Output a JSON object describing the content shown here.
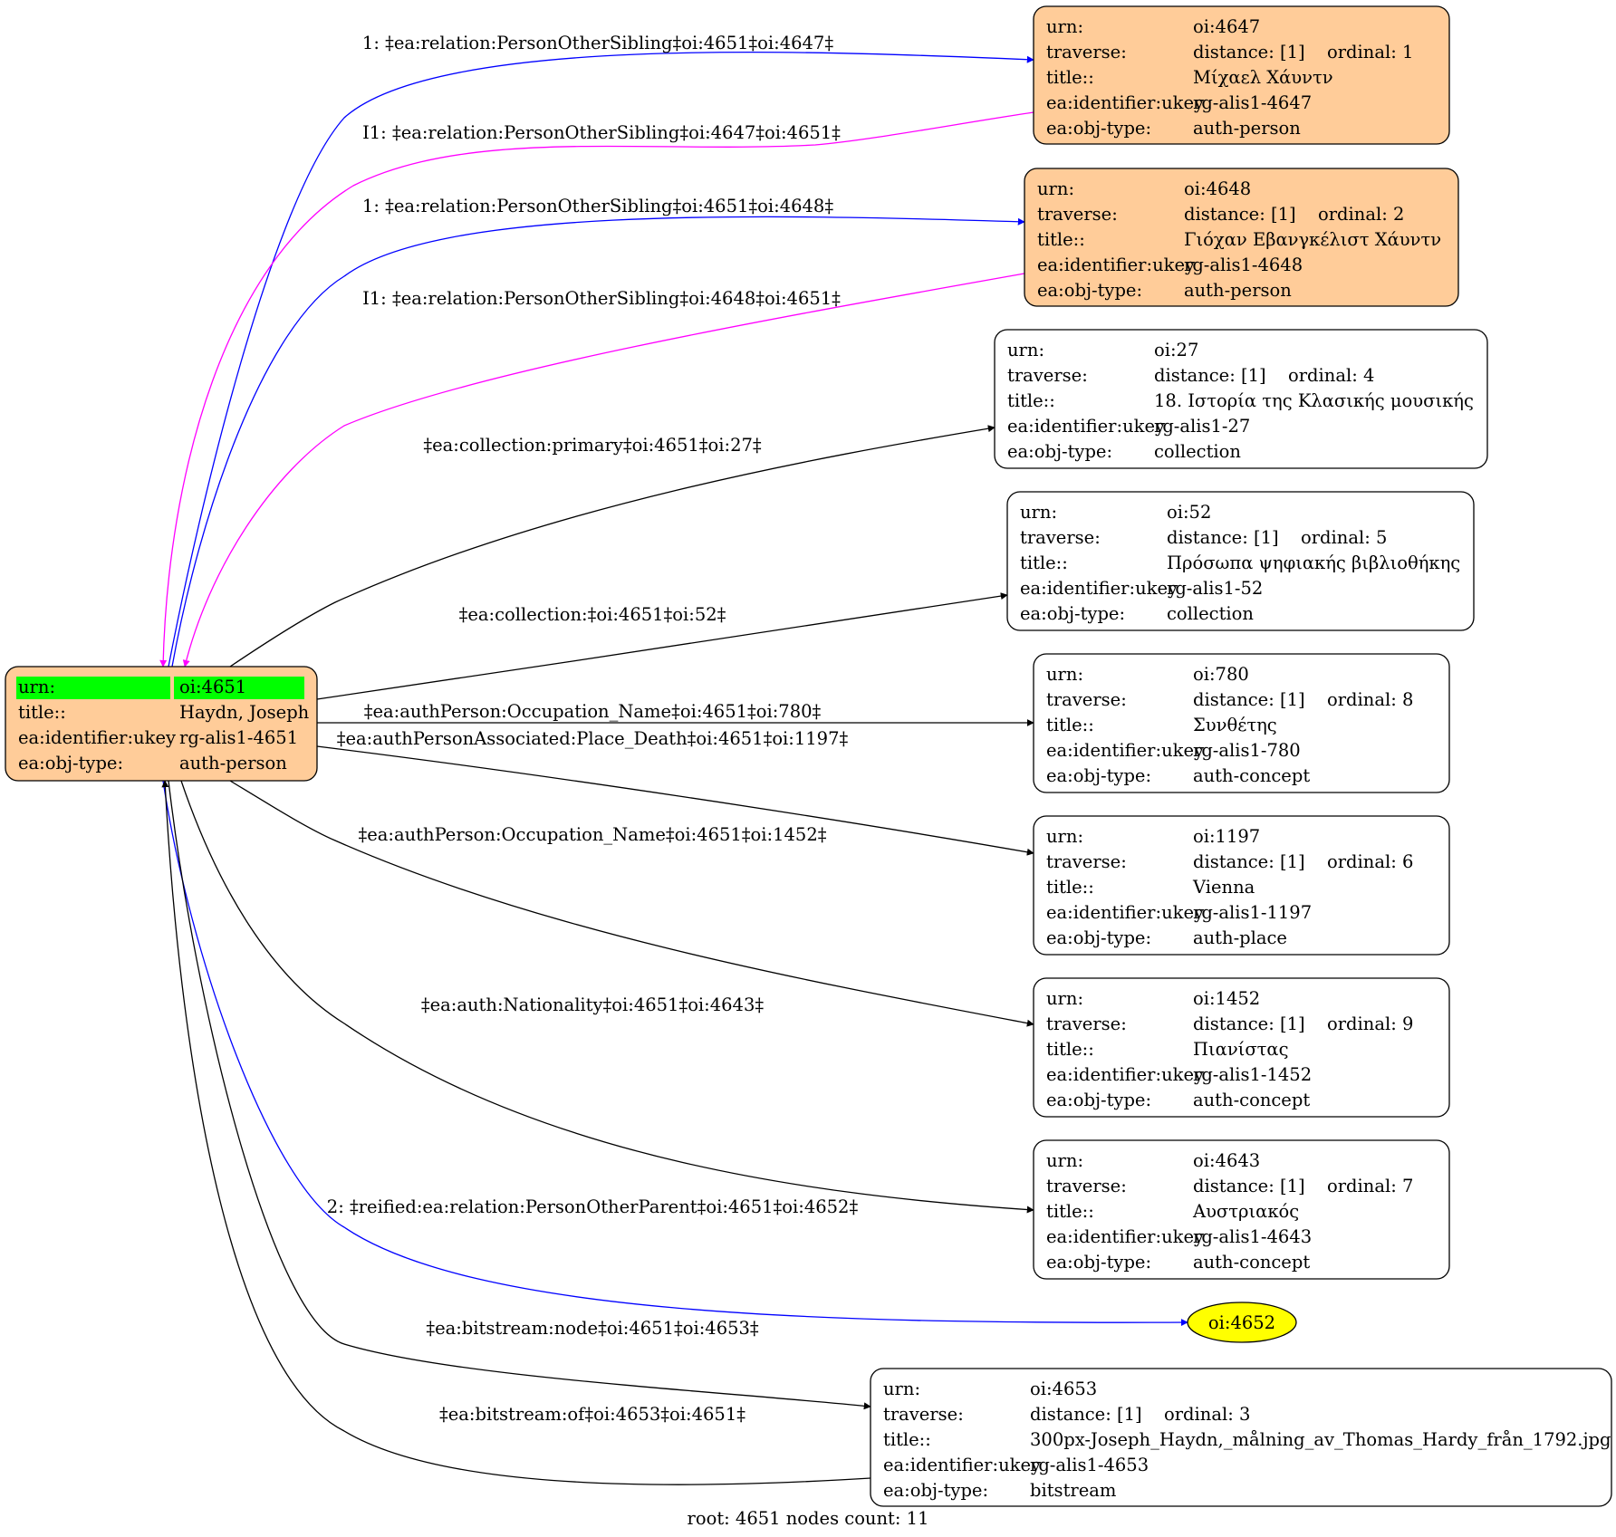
{
  "colors": {
    "root_fill": "#ffcc99",
    "highlight": "#00ff00",
    "plain_fill": "#ffffff",
    "reified_fill": "#ffff00",
    "edge_default": "#000000",
    "edge_blue": "#0000ff",
    "edge_magenta": "#ff00ff"
  },
  "nodes": [
    {
      "id": "oi-4651",
      "style": "root",
      "rows": [
        [
          "urn:",
          "oi:4651"
        ],
        [
          "title::",
          "Haydn, Joseph"
        ],
        [
          "ea:identifier:ukey",
          "rg-alis1-4651"
        ],
        [
          "ea:obj-type:",
          "auth-person"
        ]
      ]
    },
    {
      "id": "oi-4647",
      "style": "person",
      "rows": [
        [
          "urn:",
          "oi:4647"
        ],
        [
          "traverse:",
          "distance: [1]",
          "ordinal: 1"
        ],
        [
          "title::",
          "Μίχαελ Χάυντν"
        ],
        [
          "ea:identifier:ukey",
          "rg-alis1-4647"
        ],
        [
          "ea:obj-type:",
          "auth-person"
        ]
      ]
    },
    {
      "id": "oi-4648",
      "style": "person",
      "rows": [
        [
          "urn:",
          "oi:4648"
        ],
        [
          "traverse:",
          "distance: [1]",
          "ordinal: 2"
        ],
        [
          "title::",
          "Γιόχαν Εβανγκέλιστ Χάυντν"
        ],
        [
          "ea:identifier:ukey",
          "rg-alis1-4648"
        ],
        [
          "ea:obj-type:",
          "auth-person"
        ]
      ]
    },
    {
      "id": "oi-27",
      "style": "plain",
      "rows": [
        [
          "urn:",
          "oi:27"
        ],
        [
          "traverse:",
          "distance: [1]",
          "ordinal: 4"
        ],
        [
          "title::",
          "18. Ιστορία της Κλασικής μουσικής"
        ],
        [
          "ea:identifier:ukey",
          "rg-alis1-27"
        ],
        [
          "ea:obj-type:",
          "collection"
        ]
      ]
    },
    {
      "id": "oi-52",
      "style": "plain",
      "rows": [
        [
          "urn:",
          "oi:52"
        ],
        [
          "traverse:",
          "distance: [1]",
          "ordinal: 5"
        ],
        [
          "title::",
          "Πρόσωπα ψηφιακής βιβλιοθήκης"
        ],
        [
          "ea:identifier:ukey",
          "rg-alis1-52"
        ],
        [
          "ea:obj-type:",
          "collection"
        ]
      ]
    },
    {
      "id": "oi-780",
      "style": "plain",
      "rows": [
        [
          "urn:",
          "oi:780"
        ],
        [
          "traverse:",
          "distance: [1]",
          "ordinal: 8"
        ],
        [
          "title::",
          "Συνθέτης"
        ],
        [
          "ea:identifier:ukey",
          "rg-alis1-780"
        ],
        [
          "ea:obj-type:",
          "auth-concept"
        ]
      ]
    },
    {
      "id": "oi-1197",
      "style": "plain",
      "rows": [
        [
          "urn:",
          "oi:1197"
        ],
        [
          "traverse:",
          "distance: [1]",
          "ordinal: 6"
        ],
        [
          "title::",
          "Vienna"
        ],
        [
          "ea:identifier:ukey",
          "rg-alis1-1197"
        ],
        [
          "ea:obj-type:",
          "auth-place"
        ]
      ]
    },
    {
      "id": "oi-1452",
      "style": "plain",
      "rows": [
        [
          "urn:",
          "oi:1452"
        ],
        [
          "traverse:",
          "distance: [1]",
          "ordinal: 9"
        ],
        [
          "title::",
          "Πιανίστας"
        ],
        [
          "ea:identifier:ukey",
          "rg-alis1-1452"
        ],
        [
          "ea:obj-type:",
          "auth-concept"
        ]
      ]
    },
    {
      "id": "oi-4643",
      "style": "plain",
      "rows": [
        [
          "urn:",
          "oi:4643"
        ],
        [
          "traverse:",
          "distance: [1]",
          "ordinal: 7"
        ],
        [
          "title::",
          "Αυστριακός"
        ],
        [
          "ea:identifier:ukey",
          "rg-alis1-4643"
        ],
        [
          "ea:obj-type:",
          "auth-concept"
        ]
      ]
    },
    {
      "id": "oi-4652",
      "style": "ellipse",
      "label": "oi:4652"
    },
    {
      "id": "oi-4653",
      "style": "plain",
      "rows": [
        [
          "urn:",
          "oi:4653"
        ],
        [
          "traverse:",
          "distance: [1]",
          "ordinal: 3"
        ],
        [
          "title::",
          "300px-Joseph_Haydn,_målning_av_Thomas_Hardy_från_1792.jpg"
        ],
        [
          "ea:identifier:ukey",
          "rg-alis1-4653"
        ],
        [
          "ea:obj-type:",
          "bitstream"
        ]
      ]
    }
  ],
  "edges": [
    {
      "id": "e1",
      "from": "oi-4651",
      "to": "oi-4647",
      "color": "blue",
      "label": "1: ‡ea:relation:PersonOtherSibling‡oi:4651‡oi:4647‡"
    },
    {
      "id": "e2",
      "from": "oi-4647",
      "to": "oi-4651",
      "color": "magenta",
      "label": "I1: ‡ea:relation:PersonOtherSibling‡oi:4647‡oi:4651‡"
    },
    {
      "id": "e3",
      "from": "oi-4651",
      "to": "oi-4648",
      "color": "blue",
      "label": "1: ‡ea:relation:PersonOtherSibling‡oi:4651‡oi:4648‡"
    },
    {
      "id": "e4",
      "from": "oi-4648",
      "to": "oi-4651",
      "color": "magenta",
      "label": "I1: ‡ea:relation:PersonOtherSibling‡oi:4648‡oi:4651‡"
    },
    {
      "id": "e5",
      "from": "oi-4651",
      "to": "oi-27",
      "color": "default",
      "label": "‡ea:collection:primary‡oi:4651‡oi:27‡"
    },
    {
      "id": "e6",
      "from": "oi-4651",
      "to": "oi-52",
      "color": "default",
      "label": "‡ea:collection:‡oi:4651‡oi:52‡"
    },
    {
      "id": "e7",
      "from": "oi-4651",
      "to": "oi-780",
      "color": "default",
      "label": "‡ea:authPerson:Occupation_Name‡oi:4651‡oi:780‡"
    },
    {
      "id": "e8",
      "from": "oi-4651",
      "to": "oi-1197",
      "color": "default",
      "label": "‡ea:authPersonAssociated:Place_Death‡oi:4651‡oi:1197‡"
    },
    {
      "id": "e9",
      "from": "oi-4651",
      "to": "oi-1452",
      "color": "default",
      "label": "‡ea:authPerson:Occupation_Name‡oi:4651‡oi:1452‡"
    },
    {
      "id": "e10",
      "from": "oi-4651",
      "to": "oi-4643",
      "color": "default",
      "label": "‡ea:auth:Nationality‡oi:4651‡oi:4643‡"
    },
    {
      "id": "e11",
      "from": "oi-4651",
      "to": "oi-4652",
      "color": "blue",
      "label": "2: ‡reified:ea:relation:PersonOtherParent‡oi:4651‡oi:4652‡"
    },
    {
      "id": "e12",
      "from": "oi-4651",
      "to": "oi-4653",
      "color": "default",
      "label": "‡ea:bitstream:node‡oi:4651‡oi:4653‡"
    },
    {
      "id": "e13",
      "from": "oi-4653",
      "to": "oi-4651",
      "color": "default",
      "label": "‡ea:bitstream:of‡oi:4653‡oi:4651‡"
    }
  ],
  "footer": "root: 4651 nodes count: 11"
}
